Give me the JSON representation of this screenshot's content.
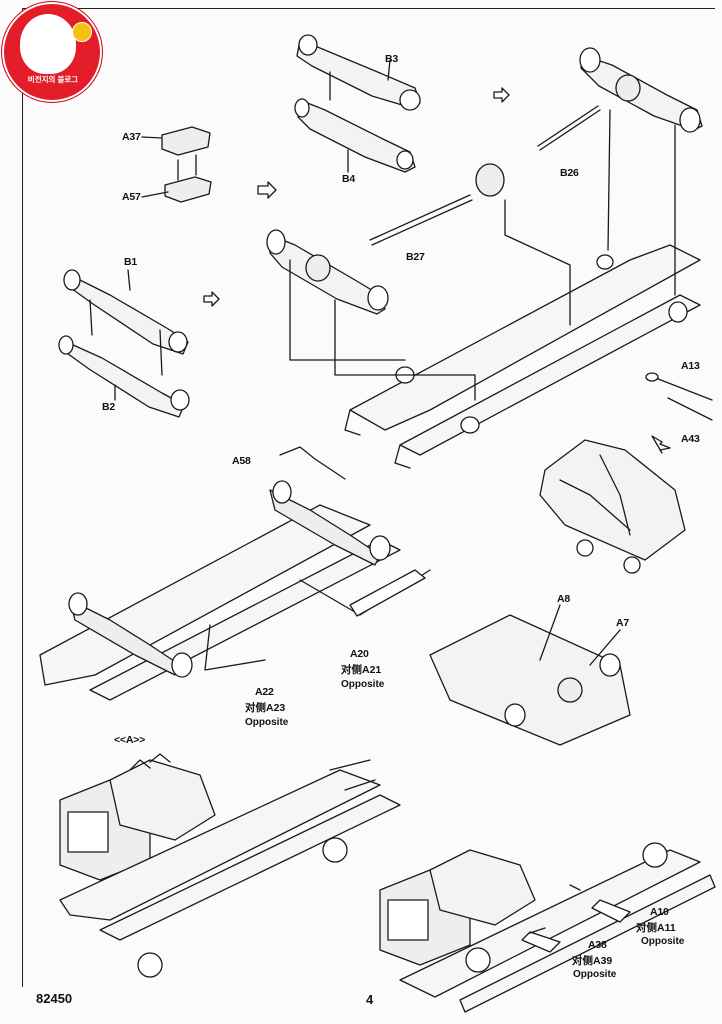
{
  "logo": {
    "text": "비전지의 블로그"
  },
  "labels": {
    "a37": "A37",
    "a57": "A57",
    "b3": "B3",
    "b4": "B4",
    "b26": "B26",
    "b27": "B27",
    "b1": "B1",
    "b2": "B2",
    "a13": "A13",
    "a43": "A43",
    "a58": "A58",
    "a8": "A8",
    "a7": "A7",
    "a20": "A20",
    "a21_pair": "对侧A21",
    "a22": "A22",
    "a23_pair": "对侧A23",
    "opposite": "Opposite",
    "step_a": "<<A>>",
    "a10": "A10",
    "a11_pair": "对侧A11",
    "a38": "A38",
    "a39_pair": "对侧A39"
  },
  "footer": {
    "kit_number": "82450",
    "page_number": "4"
  }
}
